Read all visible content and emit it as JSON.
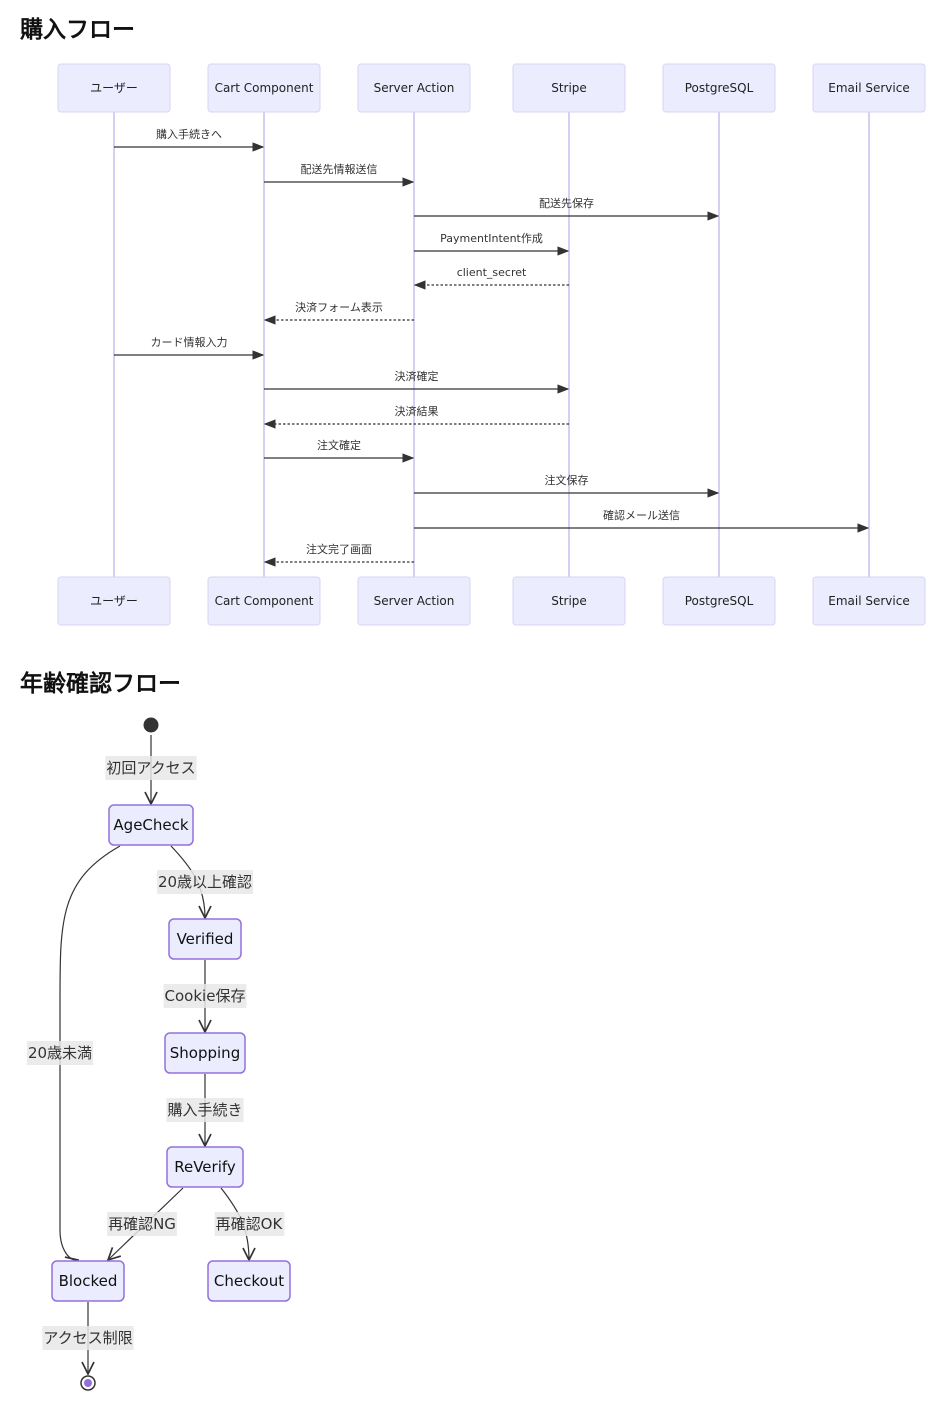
{
  "sequence": {
    "title": "購入フロー",
    "participants": [
      "ユーザー",
      "Cart Component",
      "Server Action",
      "Stripe",
      "PostgreSQL",
      "Email Service"
    ],
    "messages": [
      {
        "from": 0,
        "to": 1,
        "label": "購入手続きへ",
        "style": "solid"
      },
      {
        "from": 1,
        "to": 2,
        "label": "配送先情報送信",
        "style": "solid"
      },
      {
        "from": 2,
        "to": 4,
        "label": "配送先保存",
        "style": "solid"
      },
      {
        "from": 2,
        "to": 3,
        "label": "PaymentIntent作成",
        "style": "solid"
      },
      {
        "from": 3,
        "to": 2,
        "label": "client_secret",
        "style": "dotted"
      },
      {
        "from": 2,
        "to": 1,
        "label": "決済フォーム表示",
        "style": "dotted"
      },
      {
        "from": 0,
        "to": 1,
        "label": "カード情報入力",
        "style": "solid"
      },
      {
        "from": 1,
        "to": 3,
        "label": "決済確定",
        "style": "solid"
      },
      {
        "from": 3,
        "to": 1,
        "label": "決済結果",
        "style": "dotted"
      },
      {
        "from": 1,
        "to": 2,
        "label": "注文確定",
        "style": "solid"
      },
      {
        "from": 2,
        "to": 4,
        "label": "注文保存",
        "style": "solid"
      },
      {
        "from": 2,
        "to": 5,
        "label": "確認メール送信",
        "style": "solid"
      },
      {
        "from": 2,
        "to": 1,
        "label": "注文完了画面",
        "style": "dotted"
      }
    ]
  },
  "state": {
    "title": "年齢確認フロー",
    "states": {
      "AgeCheck": "AgeCheck",
      "Verified": "Verified",
      "Shopping": "Shopping",
      "ReVerify": "ReVerify",
      "Blocked": "Blocked",
      "Checkout": "Checkout"
    },
    "transitions": [
      {
        "from": "start",
        "to": "AgeCheck",
        "label": "初回アクセス"
      },
      {
        "from": "AgeCheck",
        "to": "Verified",
        "label": "20歳以上確認"
      },
      {
        "from": "AgeCheck",
        "to": "Blocked",
        "label": "20歳未満"
      },
      {
        "from": "Verified",
        "to": "Shopping",
        "label": "Cookie保存"
      },
      {
        "from": "Shopping",
        "to": "ReVerify",
        "label": "購入手続き"
      },
      {
        "from": "ReVerify",
        "to": "Blocked",
        "label": "再確認NG"
      },
      {
        "from": "ReVerify",
        "to": "Checkout",
        "label": "再確認OK"
      },
      {
        "from": "Blocked",
        "to": "end",
        "label": "アクセス制限"
      }
    ]
  }
}
